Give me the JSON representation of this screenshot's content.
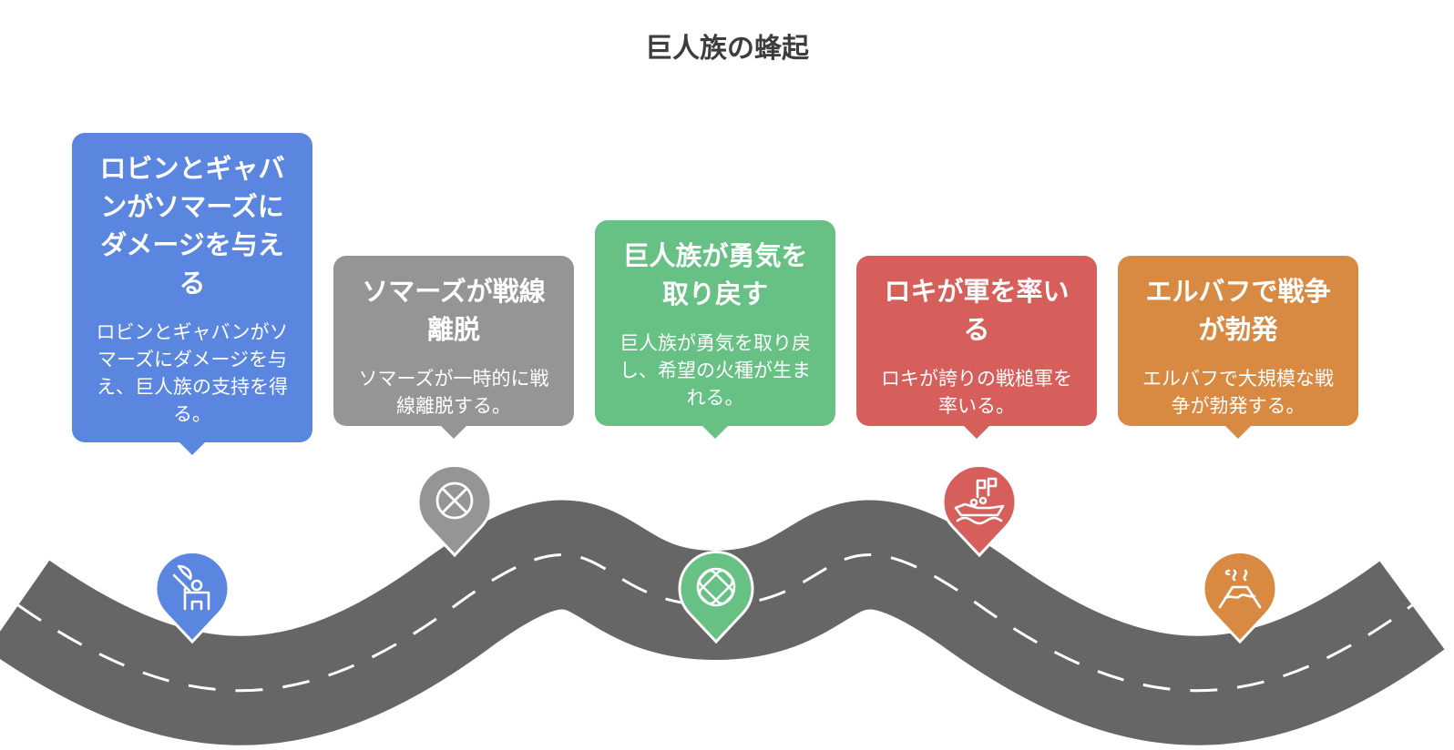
{
  "title": "巨人族の蜂起",
  "colors": {
    "road": "#666666",
    "dash": "#ffffff",
    "blue": "#5a86e0",
    "gray": "#959595",
    "green": "#67c184",
    "red": "#d65f5c",
    "orange": "#d88a43"
  },
  "steps": [
    {
      "title": "ロビンとギャバンがソマーズにダメージを与える",
      "body": "ロビンとギャバンがソマーズにダメージを与え、巨人族の支持を得る。",
      "color": "#5a86e0",
      "icon": "axe-giant-icon"
    },
    {
      "title": "ソマーズが戦線離脱",
      "body": "ソマーズが一時的に戦線離脱する。",
      "color": "#959595",
      "icon": "x-circle-icon"
    },
    {
      "title": "巨人族が勇気を取り戻す",
      "body": "巨人族が勇気を取り戻し、希望の火種が生まれる。",
      "color": "#67c184",
      "icon": "bandage-icon"
    },
    {
      "title": "ロキが軍を率いる",
      "body": "ロキが誇りの戦槌軍を率いる。",
      "color": "#d65f5c",
      "icon": "ship-flags-icon"
    },
    {
      "title": "エルバフで戦争が勃発",
      "body": "エルバフで大規模な戦争が勃発する。",
      "color": "#d88a43",
      "icon": "volcano-icon"
    }
  ]
}
